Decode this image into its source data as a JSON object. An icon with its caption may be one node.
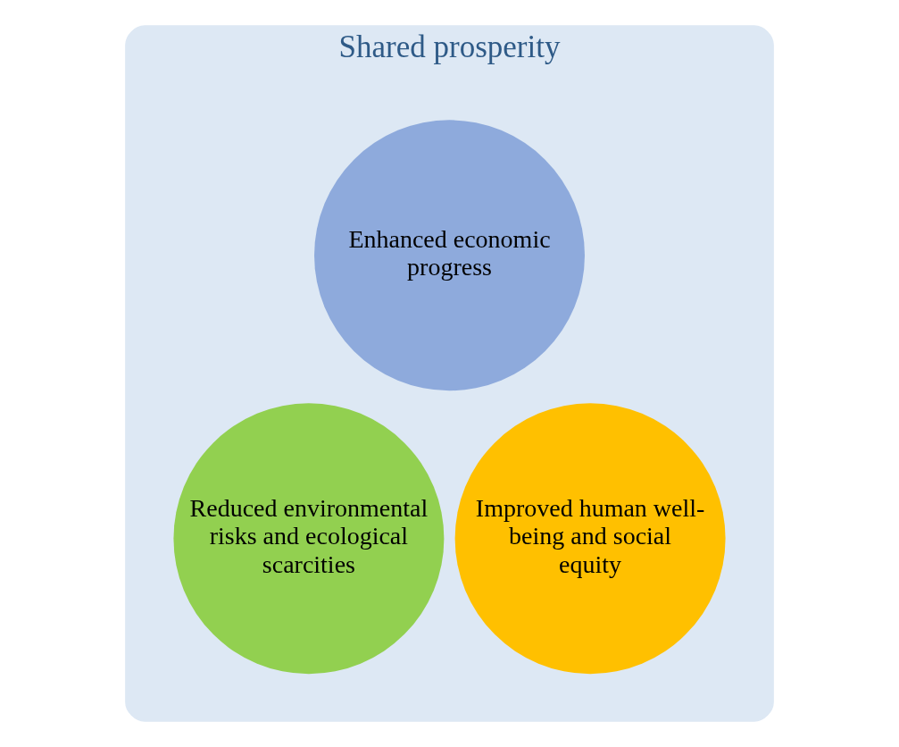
{
  "diagram": {
    "nodes": [
      {
        "text": [
          "Shared prosperity"
        ]
      },
      {
        "text": [
          "Enhanced economic progress"
        ],
        "in": 0
      },
      {
        "text": [
          "Reduced environmental risks and ecological scarcities"
        ],
        "in": 0
      },
      {
        "text": [
          "Improved human well-being and social equity"
        ],
        "in": 0
      }
    ]
  }
}
